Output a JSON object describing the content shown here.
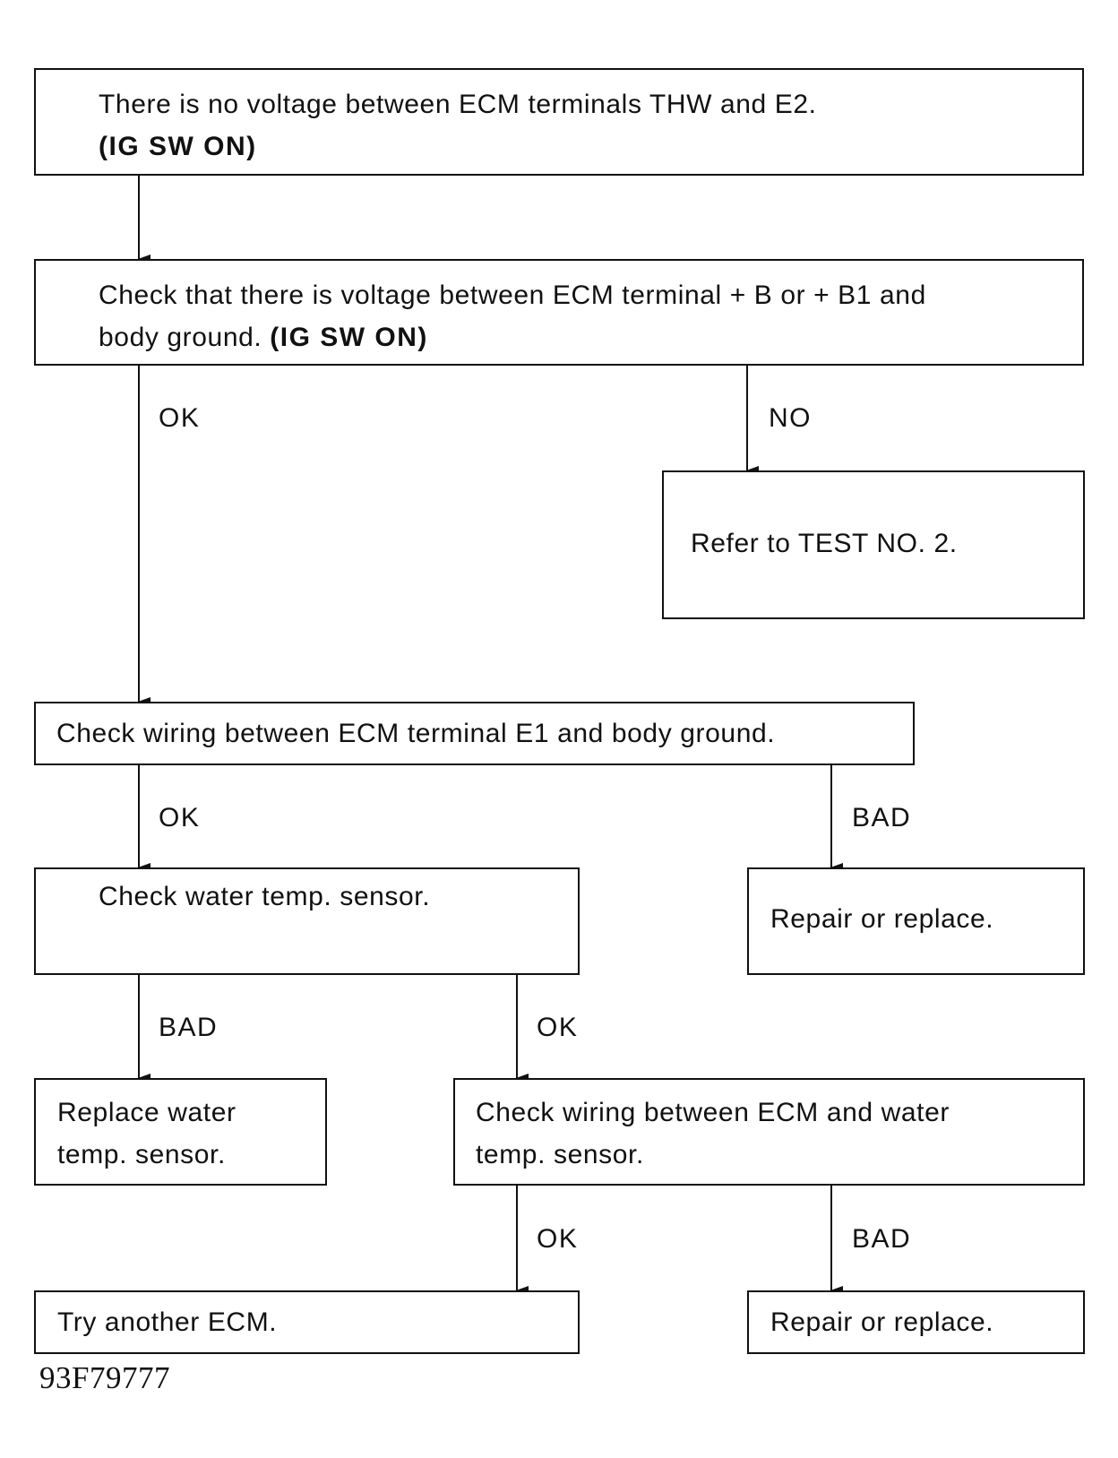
{
  "boxes": {
    "no_voltage": {
      "line1": "There is no voltage between ECM terminals THW and E2.",
      "line2": "(IG SW ON)"
    },
    "check_voltage_b": {
      "line1": "Check that there is voltage between ECM terminal  + B or  + B1 and",
      "line2_text": "body ground. ",
      "line2_bold": "(IG SW ON)"
    },
    "refer_test": {
      "text": "Refer to TEST NO. 2."
    },
    "check_wiring_e1": {
      "text": "Check wiring between ECM terminal E1 and body ground."
    },
    "repair_replace_1": {
      "text": "Repair or replace."
    },
    "check_water_sensor": {
      "text": "Check water temp. sensor."
    },
    "replace_sensor": {
      "line1": "Replace water",
      "line2": "temp. sensor."
    },
    "check_wiring_sensor": {
      "line1": "Check wiring between ECM and water",
      "line2": "temp. sensor."
    },
    "try_another_ecm": {
      "text": "Try another ECM."
    },
    "repair_replace_2": {
      "text": "Repair or replace."
    }
  },
  "labels": {
    "ok_1": "OK",
    "no_1": "NO",
    "ok_2": "OK",
    "bad_1": "BAD",
    "bad_2": "BAD",
    "ok_3": "OK",
    "ok_4": "OK",
    "bad_3": "BAD"
  },
  "figure_id": "93F79777",
  "colors": {
    "ink": "#111111",
    "paper": "#ffffff"
  }
}
